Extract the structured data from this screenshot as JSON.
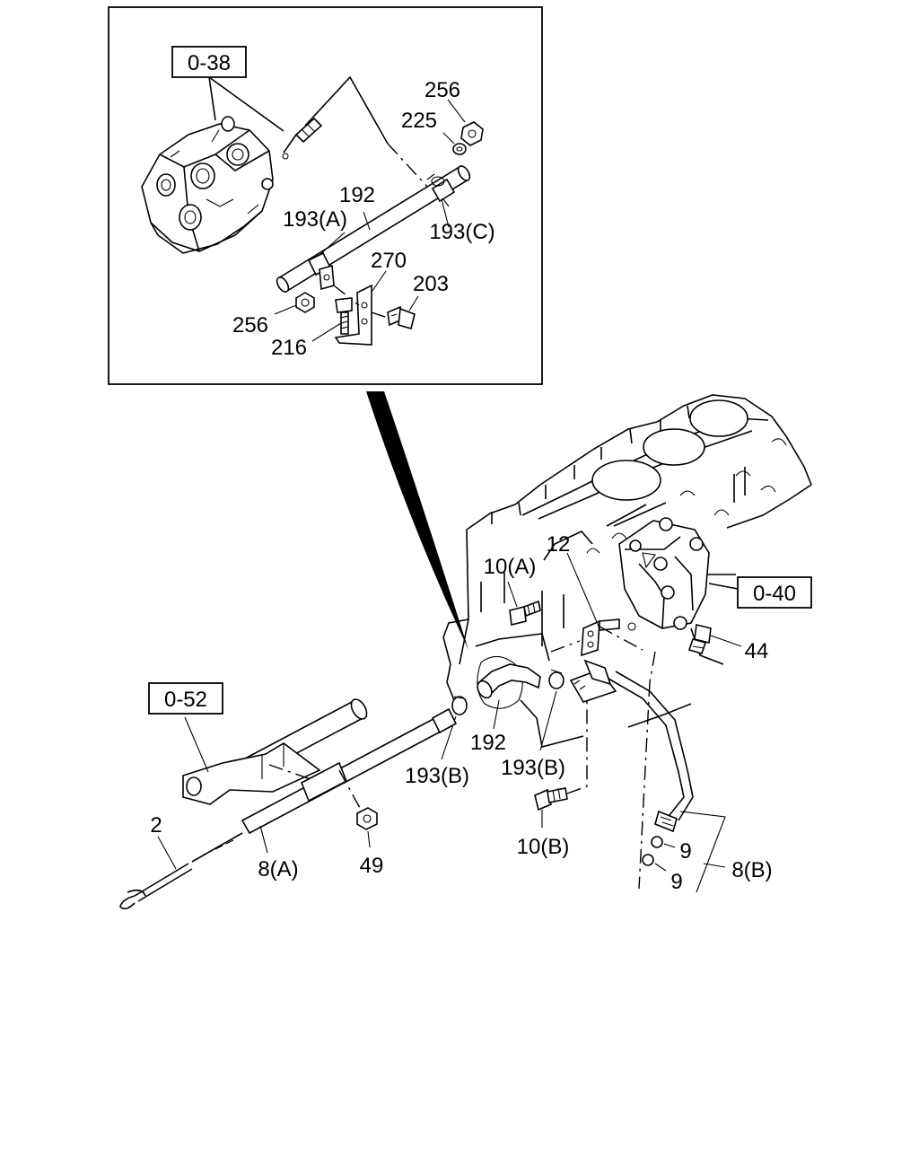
{
  "references": {
    "ref_038": "0-38",
    "ref_040": "0-40",
    "ref_052": "0-52"
  },
  "inset_labels": {
    "p256_top": "256",
    "p225": "225",
    "p192": "192",
    "p193a": "193(A)",
    "p193c": "193(C)",
    "p270": "270",
    "p203": "203",
    "p256_bottom": "256",
    "p216": "216"
  },
  "main_labels": {
    "p12": "12",
    "p10a": "10(A)",
    "p44": "44",
    "p192": "192",
    "p193b_left": "193(B)",
    "p193b_right": "193(B)",
    "p10b": "10(B)",
    "p9_top": "9",
    "p9_bottom": "9",
    "p8b": "8(B)",
    "p2": "2",
    "p8a": "8(A)",
    "p49": "49"
  }
}
